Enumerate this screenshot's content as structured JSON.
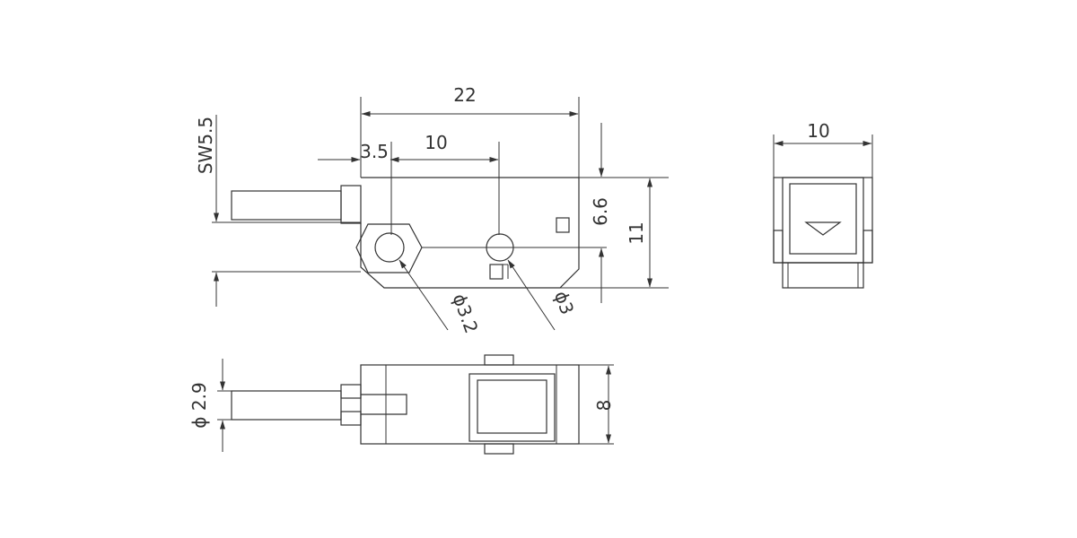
{
  "drawing": {
    "colors": {
      "line": "#333333",
      "background": "#ffffff"
    },
    "labels": {
      "width_overall": "22",
      "hole_spacing": "10",
      "hole_offset": "3.5",
      "wrench_size": "SW5.5",
      "center_height": "6.6",
      "body_height": "11",
      "hole_large": "ϕ3.2",
      "hole_small": "ϕ3",
      "cable_diameter": "ϕ 2.9",
      "body_thickness": "8",
      "side_width": "10"
    }
  }
}
